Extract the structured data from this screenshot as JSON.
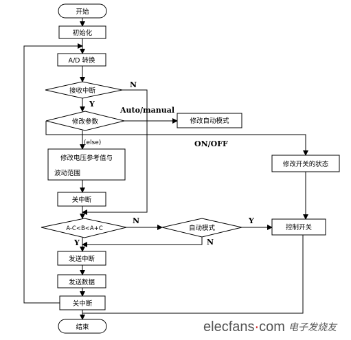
{
  "nodes": {
    "start": "开始",
    "init": "初始化",
    "adc": "A/D 转换",
    "recv_interrupt": "接收中断",
    "modify_params": "修改参数",
    "modify_auto_mode": "修改自动模式",
    "modify_voltage_line1": "修改电压参考值与",
    "modify_voltage_line2": "波动范围",
    "close_interrupt_1": "关中断",
    "modify_switch_state": "修改开关的状态",
    "compare": "A-C<B<A+C",
    "auto_mode": "自动模式",
    "control_switch": "控制开关",
    "send_interrupt": "发送中断",
    "send_data": "发送数据",
    "close_interrupt_2": "关中断",
    "end": "结束"
  },
  "labels": {
    "n1": "N",
    "y1": "Y",
    "auto_manual": "Auto/manual",
    "else": "(else)",
    "on_off": "ON/OFF",
    "n2": "N",
    "y2": "Y",
    "y3": "Y",
    "n3": "N"
  },
  "watermark": {
    "site": "elecfans",
    "dot": "·",
    "tld": "com",
    "cn": "电子发烧友"
  },
  "colors": {
    "line": "#000000",
    "watermark_red": "#cc0000",
    "watermark_gray": "#555555"
  }
}
